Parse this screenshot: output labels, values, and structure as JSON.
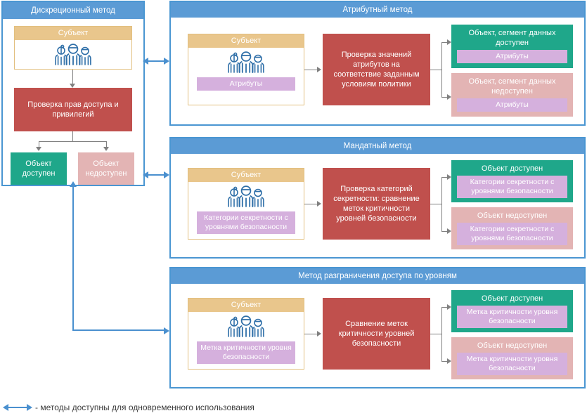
{
  "legend": {
    "arrow_icon": "double-headed-arrow-icon",
    "text": "- методы доступны для одновременного использования"
  },
  "discretionary": {
    "title": "Дискреционный метод",
    "subject": {
      "title": "Субъект",
      "icon": "people-group-icon"
    },
    "process": "Проверка прав доступа и привилегий",
    "allow": "Объект доступен",
    "deny": "Объект недоступен"
  },
  "panels": [
    {
      "title": "Атрибутный метод",
      "subject": {
        "title": "Субъект",
        "icon": "people-group-icon",
        "tag": "Атрибуты"
      },
      "process": "Проверка значений атрибутов на соответствие заданным условиям политики",
      "allow": {
        "label": "Объект, сегмент данных доступен",
        "tag": "Атрибуты"
      },
      "deny": {
        "label": "Объект, сегмент данных недоступен",
        "tag": "Атрибуты"
      }
    },
    {
      "title": "Мандатный метод",
      "subject": {
        "title": "Субъект",
        "icon": "people-group-icon",
        "tag": "Категории секретности с уровнями безопасности"
      },
      "process": "Проверка категорий секретности: сравнение меток критичности уровней безопасности",
      "allow": {
        "label": "Объект доступен",
        "tag": "Категории секретности с уровнями безопасности"
      },
      "deny": {
        "label": "Объект недоступен",
        "tag": "Категории секретности с уровнями безопасности"
      }
    },
    {
      "title": "Метод разграничения доступа по уровням",
      "subject": {
        "title": "Субъект",
        "icon": "people-group-icon",
        "tag": "Метка критичности уровня безопасности"
      },
      "process": "Сравнение меток критичности уровней безопасности",
      "allow": {
        "label": "Объект доступен",
        "tag": "Метка критичности уровня безопасности"
      },
      "deny": {
        "label": "Объект недоступен",
        "tag": "Метка критичности уровня безопасности"
      }
    }
  ],
  "colors": {
    "panel_blue": "#5b9bd5",
    "panel_border": "#4a96d2",
    "subject_header": "#e9c68c",
    "subject_border": "#e2bf7e",
    "process_red": "#c0504d",
    "allow_teal": "#1fa78a",
    "deny_pink": "#e3b4b4",
    "tag_purple": "#d5b0dd",
    "connector_grey": "#808080",
    "connector_blue": "#4a90cf"
  }
}
